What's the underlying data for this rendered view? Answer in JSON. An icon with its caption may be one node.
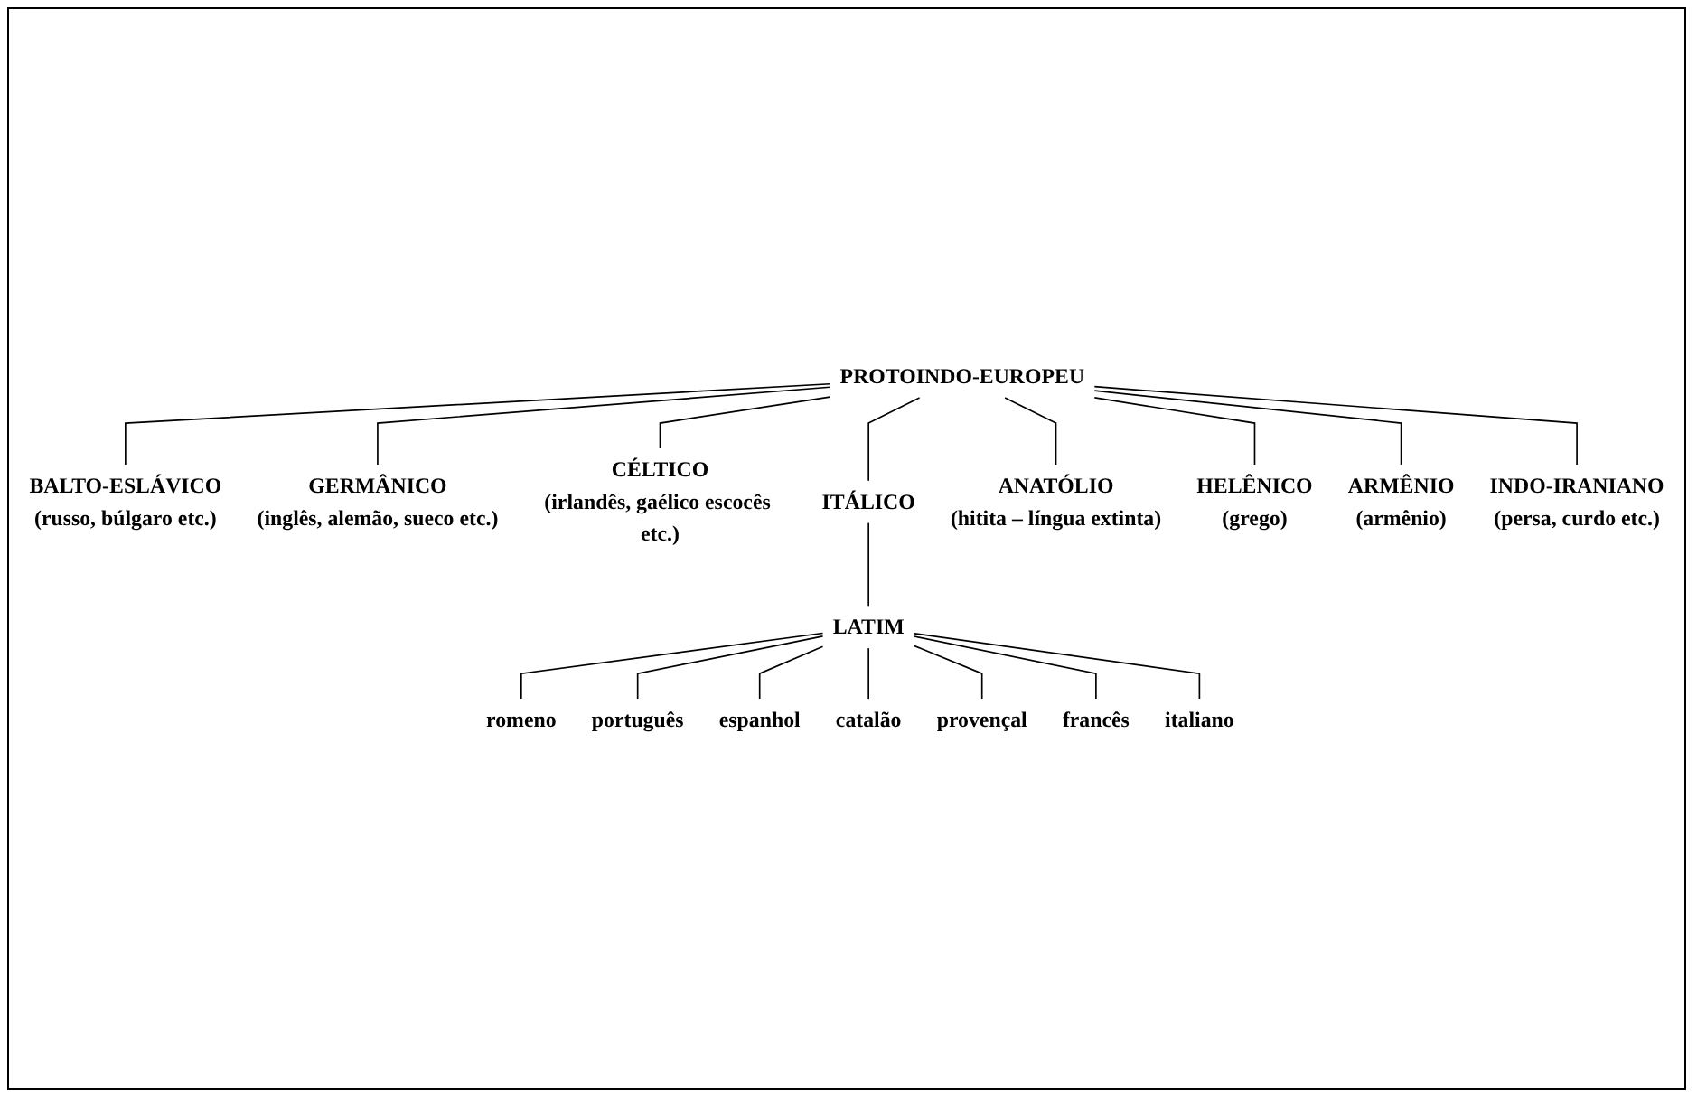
{
  "diagram": {
    "nodes": [
      {
        "text": [
          "PROTOINDO-EUROPEU"
        ]
      },
      {
        "text": [
          "BALTO-ESLÁVICO",
          "(russo, búlgaro etc.)"
        ]
      },
      {
        "text": [
          "GERMÂNICO",
          "(inglês, alemão, sueco etc.)"
        ]
      },
      {
        "text": [
          "CÉLTICO",
          "(irlandês, gaélico escocês etc.)"
        ]
      },
      {
        "text": [
          "ITÁLICO"
        ]
      },
      {
        "text": [
          "LATIM"
        ]
      },
      {
        "text": [
          "romeno"
        ]
      },
      {
        "text": [
          "português"
        ]
      },
      {
        "text": [
          "espanhol"
        ]
      },
      {
        "text": [
          "catalão"
        ]
      },
      {
        "text": [
          "provençal"
        ]
      },
      {
        "text": [
          "francês"
        ]
      },
      {
        "text": [
          "italiano"
        ]
      },
      {
        "text": [
          "ANATÓLIO",
          "(hitita – língua extinta)"
        ]
      },
      {
        "text": [
          "HELÊNICO",
          "(grego)"
        ]
      },
      {
        "text": [
          "ARMÊNIO",
          "(armênio)"
        ]
      },
      {
        "text": [
          "INDO-IRANIANO",
          "(persa, curdo etc.)"
        ]
      }
    ],
    "edges": [
      {
        "from": 0,
        "to": 1,
        "arrow": "none"
      },
      {
        "from": 0,
        "to": 2,
        "arrow": "none"
      },
      {
        "from": 0,
        "to": 3,
        "arrow": "none"
      },
      {
        "from": 0,
        "to": 4,
        "arrow": "none"
      },
      {
        "from": 0,
        "to": 13,
        "arrow": "none"
      },
      {
        "from": 0,
        "to": 14,
        "arrow": "none"
      },
      {
        "from": 0,
        "to": 15,
        "arrow": "none"
      },
      {
        "from": 0,
        "to": 16,
        "arrow": "none"
      },
      {
        "from": 4,
        "to": 5,
        "arrow": "none"
      },
      {
        "from": 5,
        "to": 6,
        "arrow": "none"
      },
      {
        "from": 5,
        "to": 7,
        "arrow": "none"
      },
      {
        "from": 5,
        "to": 8,
        "arrow": "none"
      },
      {
        "from": 5,
        "to": 9,
        "arrow": "none"
      },
      {
        "from": 5,
        "to": 10,
        "arrow": "none"
      },
      {
        "from": 5,
        "to": 11,
        "arrow": "none"
      },
      {
        "from": 5,
        "to": 12,
        "arrow": "none"
      }
    ]
  }
}
